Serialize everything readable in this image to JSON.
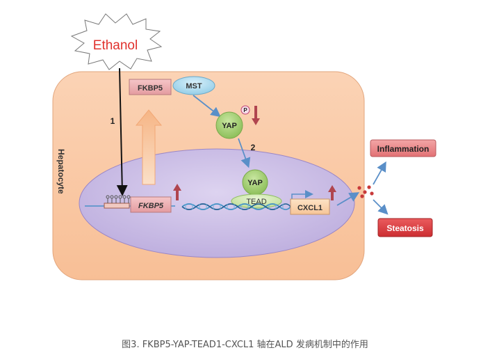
{
  "diagram": {
    "stimulus": "Ethanol",
    "cell_label": "Hepatocyte",
    "proteins": {
      "fkbp5_top": "FKBP5",
      "mst": "MST",
      "yap_cytoplasm": "YAP",
      "phospho": "P",
      "yap_nucleus": "YAP",
      "tead": "TEAD",
      "fkbp5_gene": "FKBP5",
      "cxcl1": "CXCL1"
    },
    "outcomes": {
      "inflammation": "Inflammation",
      "steatosis": "Steatosis"
    },
    "step_labels": {
      "step1": "1",
      "step2": "2"
    }
  },
  "caption": "图3. FKBP5-YAP-TEAD1-CXCL1 轴在ALD 发病机制中的作用",
  "colors": {
    "cell_fill": "#f9c7a4",
    "nucleus_fill": "#cbbde6",
    "starburst_text": "#e0312d",
    "arrow_blue": "#5a8fc8",
    "up_arrow_red": "#b0454f",
    "inflammation_fill": "#e87b7e",
    "steatosis_fill": "#d9373a"
  }
}
